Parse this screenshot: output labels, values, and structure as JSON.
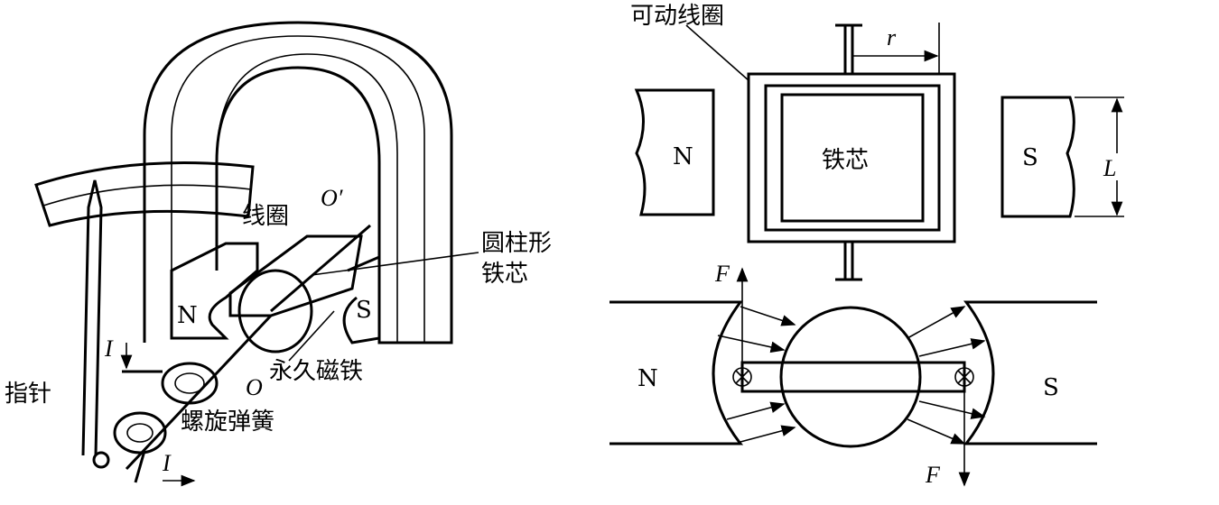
{
  "left": {
    "coil": "线圈",
    "axis_top": "O′",
    "core": [
      "圆柱形",
      "铁芯"
    ],
    "north": "N",
    "south": "S",
    "current_in": "I",
    "pointer": "指针",
    "axis_bottom": "O",
    "magnet": "永久磁铁",
    "spring": "螺旋弹簧",
    "current_out": "I"
  },
  "right_top": {
    "coil": "可动线圈",
    "radius": "r",
    "north": "N",
    "core": "铁芯",
    "south": "S",
    "length": "L"
  },
  "right_bottom": {
    "force_top": "F",
    "north": "N",
    "south": "S",
    "force_bottom": "F"
  }
}
